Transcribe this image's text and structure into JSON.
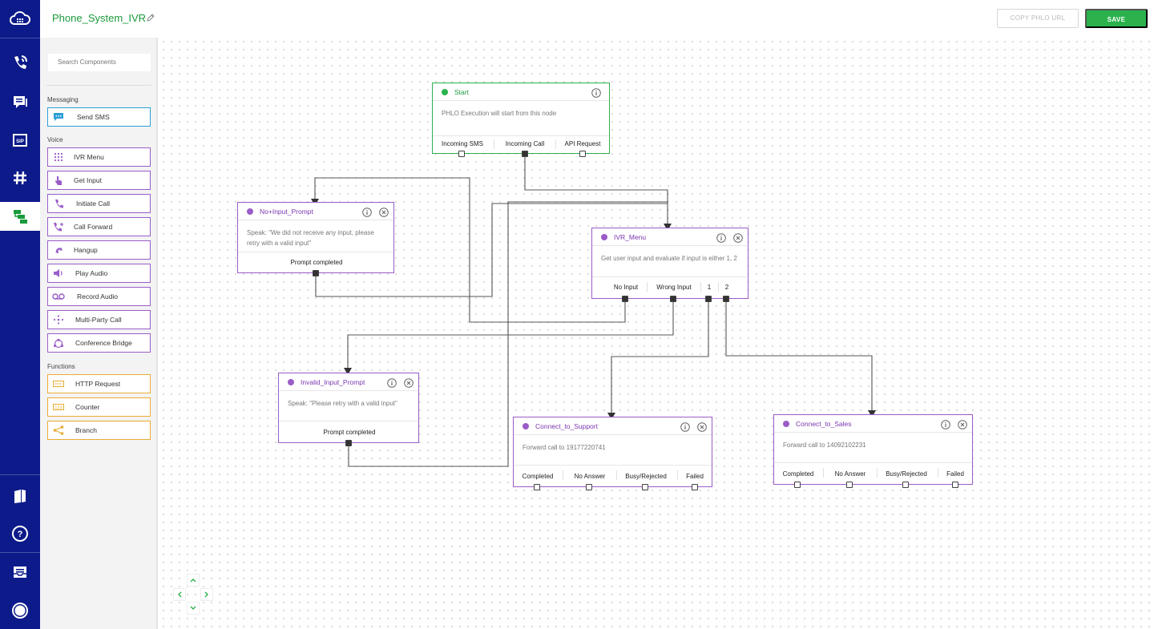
{
  "rail": {
    "items": [
      {
        "name": "cloud-logo-icon",
        "active": false
      },
      {
        "name": "voice-call-icon",
        "active": false
      },
      {
        "name": "messaging-icon",
        "active": false
      },
      {
        "name": "sip-icon",
        "active": false
      },
      {
        "name": "numbers-hash-icon",
        "active": false
      },
      {
        "name": "phlo-flow-icon",
        "active": true
      },
      {
        "name": "docs-book-icon",
        "active": false
      },
      {
        "name": "help-icon",
        "active": false
      },
      {
        "name": "support-inbox-icon",
        "active": false
      },
      {
        "name": "account-circle-icon",
        "active": false
      }
    ],
    "colors": {
      "background": "#0c1a8a",
      "active": "#ffffff",
      "active_icon": "#1a9a3a"
    }
  },
  "header": {
    "title": "Phone_System_IVR",
    "copy_label": "COPY PHLO URL",
    "save_label": "SAVE"
  },
  "sidebar": {
    "search_placeholder": "Search Components",
    "sections": {
      "messaging": "Messaging",
      "voice": "Voice",
      "functions": "Functions"
    },
    "messaging_items": [
      {
        "label": "Send SMS",
        "icon": "sms-bubble-icon"
      }
    ],
    "voice_items": [
      {
        "label": "IVR Menu",
        "icon": "keypad-icon"
      },
      {
        "label": "Get Input",
        "icon": "hand-tap-icon"
      },
      {
        "label": "Initiate Call",
        "icon": "phone-icon"
      },
      {
        "label": "Call Forward",
        "icon": "phone-forward-icon"
      },
      {
        "label": "Hangup",
        "icon": "phone-hangup-icon"
      },
      {
        "label": "Play Audio",
        "icon": "speaker-icon"
      },
      {
        "label": "Record Audio",
        "icon": "voicemail-icon"
      },
      {
        "label": "Multi-Party Call",
        "icon": "multi-party-icon"
      },
      {
        "label": "Conference Bridge",
        "icon": "conference-icon"
      }
    ],
    "function_items": [
      {
        "label": "HTTP Request",
        "icon": "http-icon"
      },
      {
        "label": "Counter",
        "icon": "counter-icon"
      },
      {
        "label": "Branch",
        "icon": "branch-icon"
      }
    ],
    "colors": {
      "messaging": "#2b9fd6",
      "voice": "#9b5cc9",
      "functions": "#e8ac33"
    }
  },
  "nodes": {
    "start": {
      "title": "Start",
      "body": "PHLO Execution will start from this node",
      "ports": [
        "Incoming SMS",
        "Incoming Call",
        "API Request"
      ]
    },
    "no_input_prompt": {
      "title": "No+Input_Prompt",
      "body": "Speak: \"We did not receive any input, please retry with a valid input\"",
      "ports": [
        "Prompt completed"
      ]
    },
    "ivr_menu": {
      "title": "IVR_Menu",
      "body": "Get user input and evaluate if input is either 1, 2",
      "ports": [
        "No Input",
        "Wrong Input",
        "1",
        "2"
      ]
    },
    "invalid_input_prompt": {
      "title": "Invalid_Input_Prompt",
      "body": "Speak: \"Please retry with a valid input\"",
      "ports": [
        "Prompt completed"
      ]
    },
    "connect_to_support": {
      "title": "Connect_to_Support",
      "body": "Forward call to 19177220741",
      "ports": [
        "Completed",
        "No Answer",
        "Busy/Rejected",
        "Failed"
      ]
    },
    "connect_to_sales": {
      "title": "Connect_to_Sales",
      "body": "Forward call to 14092102231",
      "ports": [
        "Completed",
        "No Answer",
        "Busy/Rejected",
        "Failed"
      ]
    }
  },
  "colors": {
    "brand_green": "#2bb24c",
    "node_purple": "#9b5cc9",
    "wire": "#555555"
  }
}
